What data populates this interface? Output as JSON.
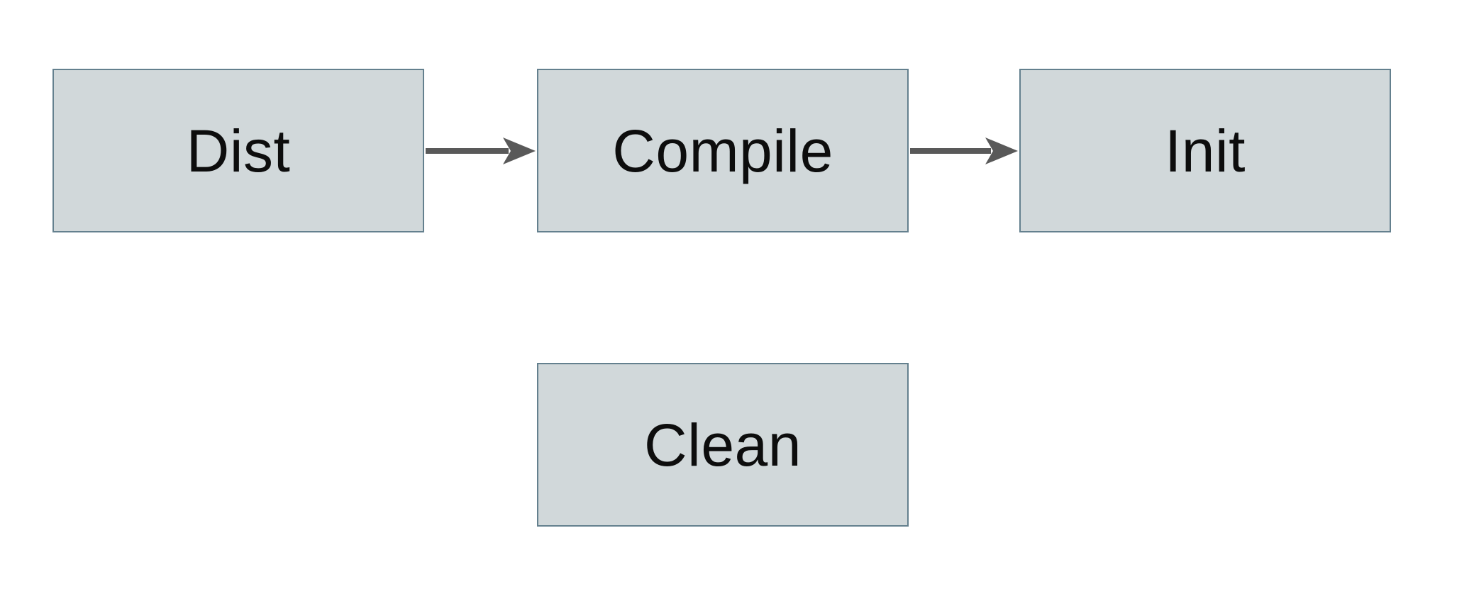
{
  "diagram": {
    "type": "flowchart",
    "nodes": [
      {
        "id": "dist",
        "label": "Dist"
      },
      {
        "id": "compile",
        "label": "Compile"
      },
      {
        "id": "init",
        "label": "Init"
      },
      {
        "id": "clean",
        "label": "Clean"
      }
    ],
    "edges": [
      {
        "from": "Dist",
        "to": "Compile",
        "style": "solid-arrow"
      },
      {
        "from": "Compile",
        "to": "Init",
        "style": "solid-arrow"
      }
    ],
    "colors": {
      "background": "#ffffff",
      "node_fill": "#d1d8da",
      "node_border": "#64808e",
      "arrow": "#595959",
      "text": "#0d0d0d"
    }
  }
}
